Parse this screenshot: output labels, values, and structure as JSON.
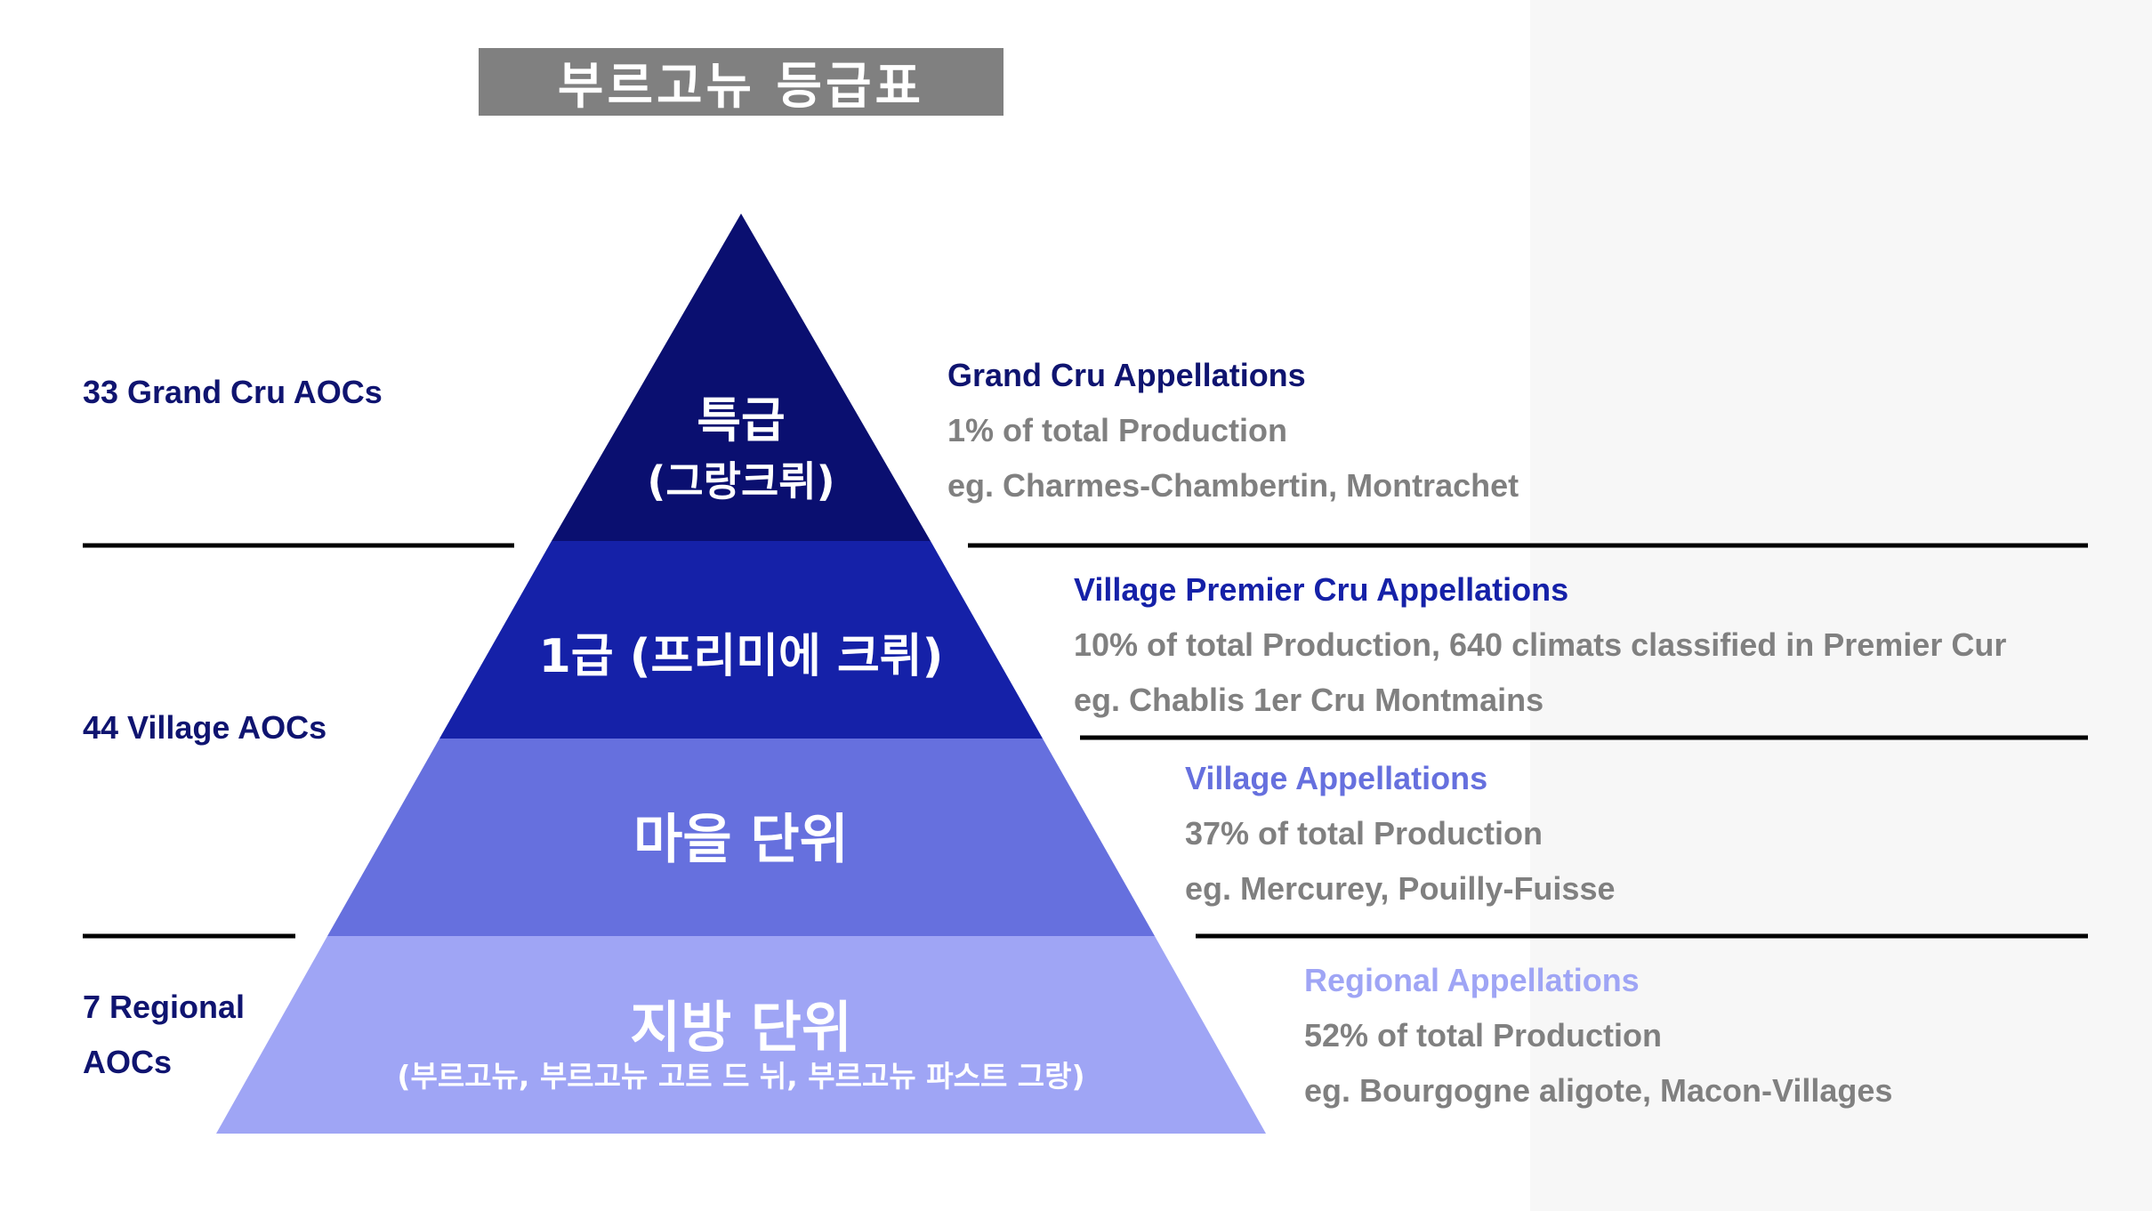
{
  "title": "부르고뉴 등급표",
  "tiers": [
    {
      "label": "특급",
      "sublabel": "(그랑크뤼)",
      "color": "#0a0f70"
    },
    {
      "label": "1급 (프리미에 크뤼)",
      "color": "#1521a8"
    },
    {
      "label": "마을 단위",
      "color": "#6670de"
    },
    {
      "label": "지방 단위",
      "sublabel": "(부르고뉴, 부르고뉴 고트 드 뉘, 부르고뉴 파스트 그랑)",
      "color": "#9fa5f5"
    }
  ],
  "left_labels": [
    {
      "text": "33 Grand Cru AOCs"
    },
    {
      "text": "44  Village AOCs"
    },
    {
      "line1": "7 Regional",
      "line2": "AOCs"
    }
  ],
  "descriptions": [
    {
      "heading": "Grand Cru Appellations",
      "share": "1% of total Production",
      "example": "eg. Charmes-Chambertin, Montrachet",
      "heading_color": "#0f1470"
    },
    {
      "heading": "Village Premier Cru Appellations",
      "share": "10% of total Production, 640 climats classified in Premier Cur",
      "example": "eg. Chablis 1er Cru Montmains",
      "heading_color": "#1521a8"
    },
    {
      "heading": "Village Appellations",
      "share": "37% of total Production",
      "example": "eg. Mercurey, Pouilly-Fuisse",
      "heading_color": "#6670de"
    },
    {
      "heading": "Regional Appellations",
      "share": "52% of total Production",
      "example": "eg. Bourgogne aligote, Macon-Villages",
      "heading_color": "#9fa5f5"
    }
  ]
}
